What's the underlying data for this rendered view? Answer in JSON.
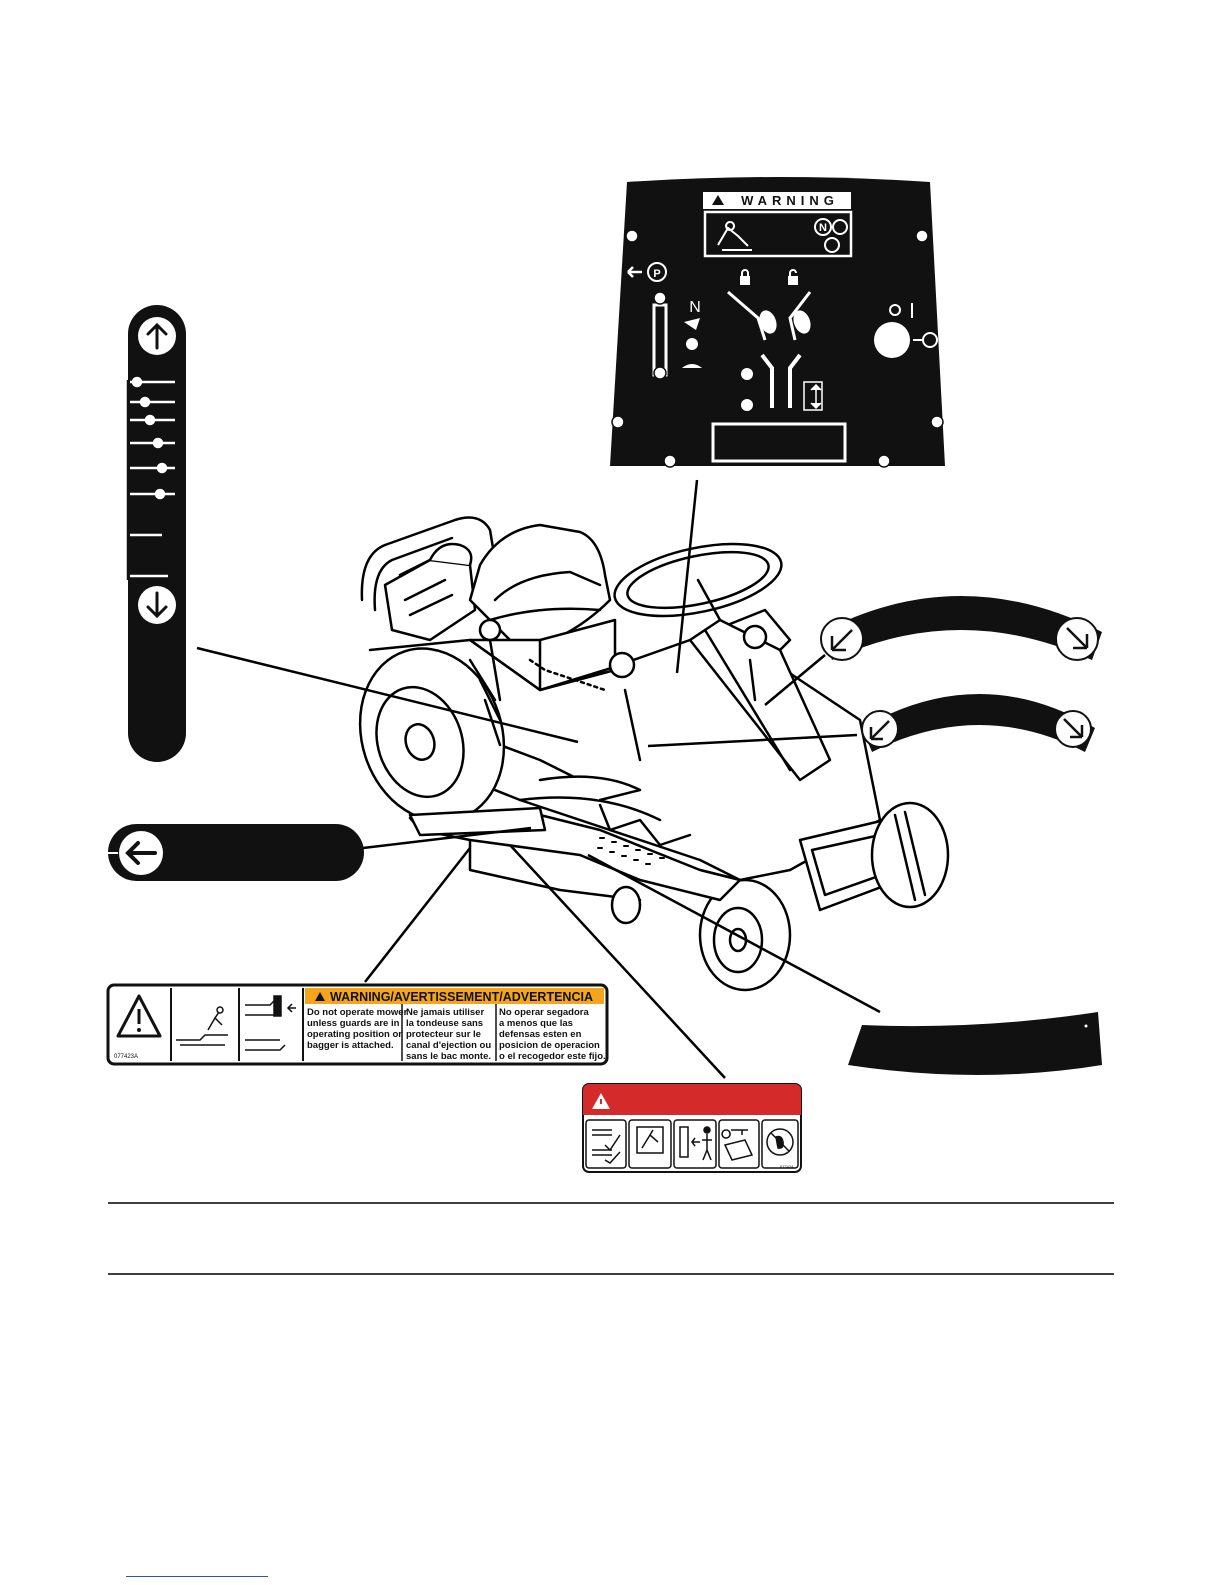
{
  "panel": {
    "warning_title": "WARNING",
    "reverse_box_text": "",
    "symbols": [
      "N",
      "P",
      "O",
      "I"
    ]
  },
  "guard_decal": {
    "header": "WARNING/AVERTISSEMENT/ADVERTENCIA",
    "col_en": [
      "Do not operate mower",
      "unless guards are in",
      "operating position or",
      "bagger is attached."
    ],
    "col_fr": [
      "Ne jamais utiliser",
      "la tondeuse sans",
      "protecteur sur le",
      "canal d'ejection ou",
      "sans le bac monte."
    ],
    "col_es": [
      "No operar segadora",
      "a menos que las",
      "defensas esten en",
      "posicion de operacion",
      "o el recogedor este fijo."
    ],
    "code": "077423A"
  },
  "danger_decal": {
    "code": "077424"
  },
  "colors": {
    "decal_black": "#111111",
    "warning_orange": "#f4a51c",
    "danger_red": "#d42a2a",
    "link_blue": "#2a4fd8"
  },
  "icons": [
    "up-arrow-icon",
    "down-arrow-icon",
    "left-arrow-icon",
    "lock-icon",
    "unlock-icon",
    "parking-brake-icon",
    "neutral-icon",
    "warning-triangle-icon"
  ]
}
